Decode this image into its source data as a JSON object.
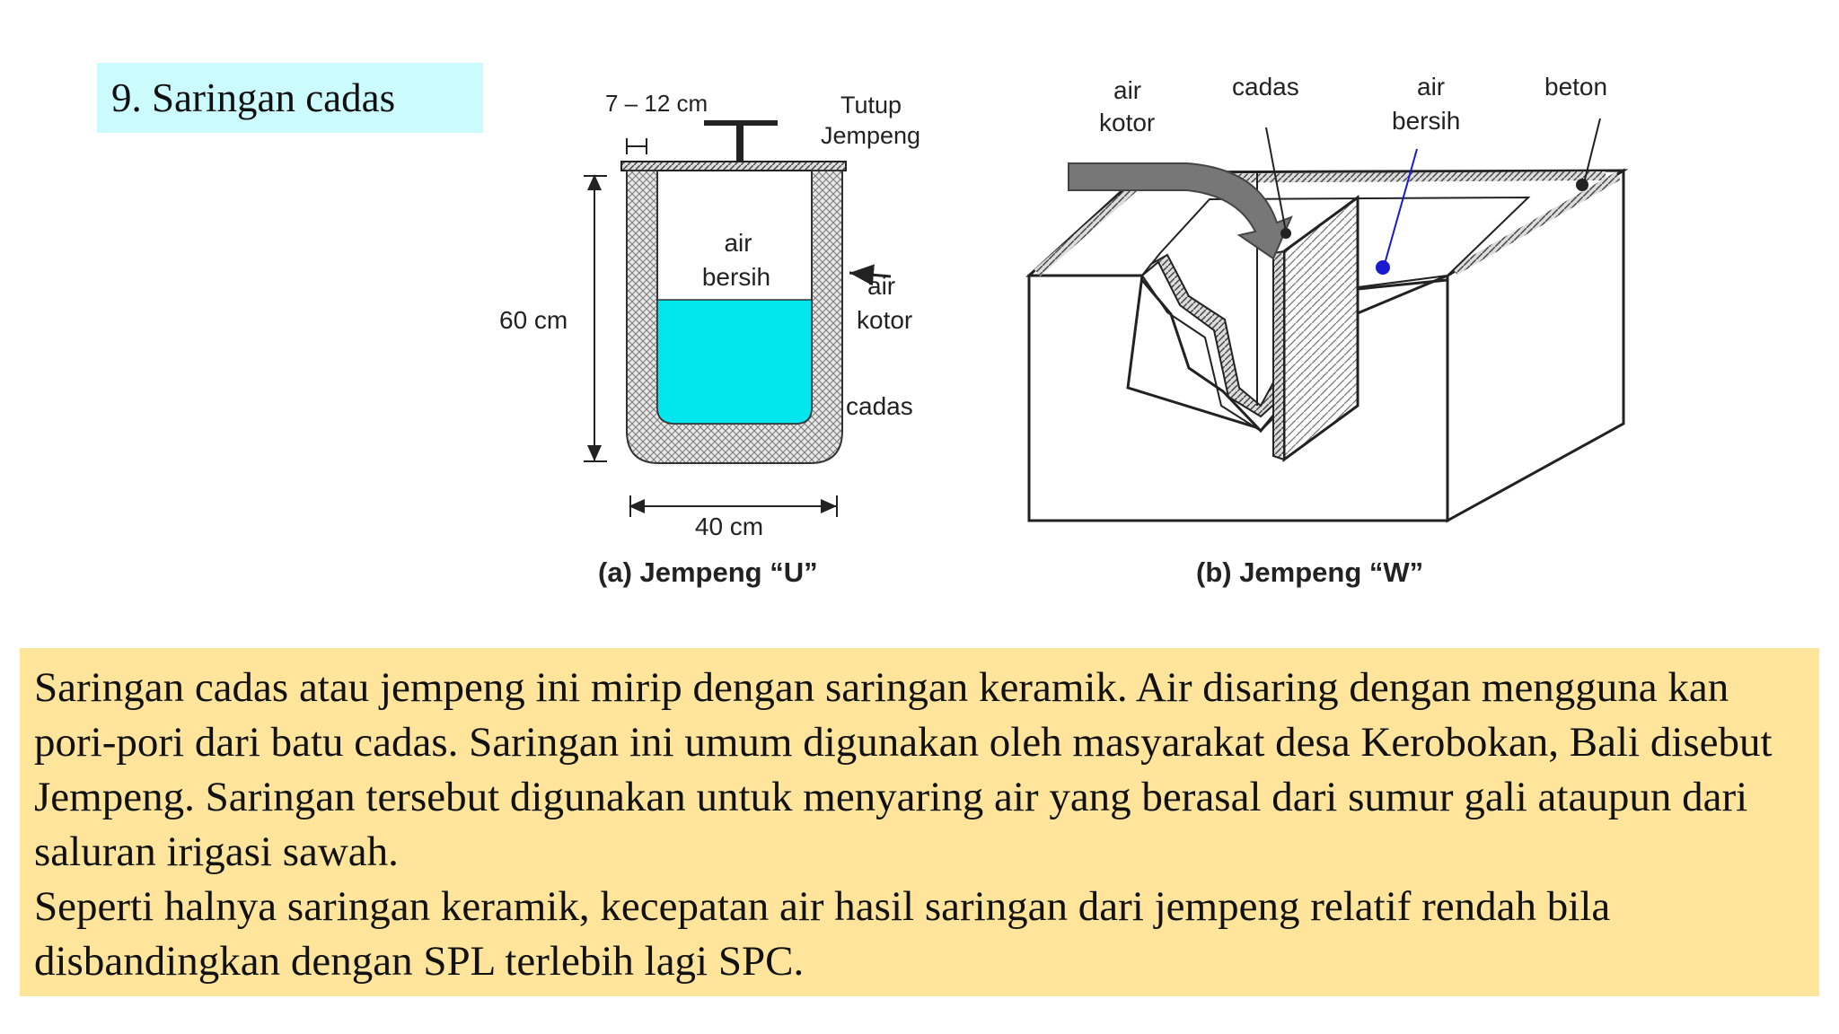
{
  "slide": {
    "title": "9. Saringan cadas",
    "paragraph_1": "Saringan cadas atau jempeng ini mirip dengan saringan keramik. Air disaring dengan mengguna kan pori-pori dari batu cadas. Saringan ini umum digunakan oleh masyarakat desa Kerobokan, Bali disebut Jempeng. Saringan tersebut digunakan untuk menyaring air yang berasal dari sumur gali ataupun dari saluran irigasi sawah.",
    "paragraph_2": "Seperti halnya saringan keramik, kecepatan air hasil saringan dari jempeng relatif rendah bila disbandingkan dengan SPL terlebih lagi SPC."
  },
  "figure_a": {
    "dim_top": "7 – 12 cm",
    "lid_label_1": "Tutup",
    "lid_label_2": "Jempeng",
    "clean_water_1": "air",
    "clean_water_2": "bersih",
    "dirty_water_1": "air",
    "dirty_water_2": "kotor",
    "material": "cadas",
    "height": "60 cm",
    "width": "40 cm",
    "caption": "(a) Jempeng “U”"
  },
  "figure_b": {
    "dirty_water_1": "air",
    "dirty_water_2": "kotor",
    "material": "cadas",
    "clean_water_1": "air",
    "clean_water_2": "bersih",
    "concrete": "beton",
    "caption": "(b) Jempeng “W”"
  },
  "colors": {
    "title_bg": "#ccfbfd",
    "text_bg": "#ffe49c",
    "water": "#00e5ee",
    "marker": "#1a1ad0"
  }
}
